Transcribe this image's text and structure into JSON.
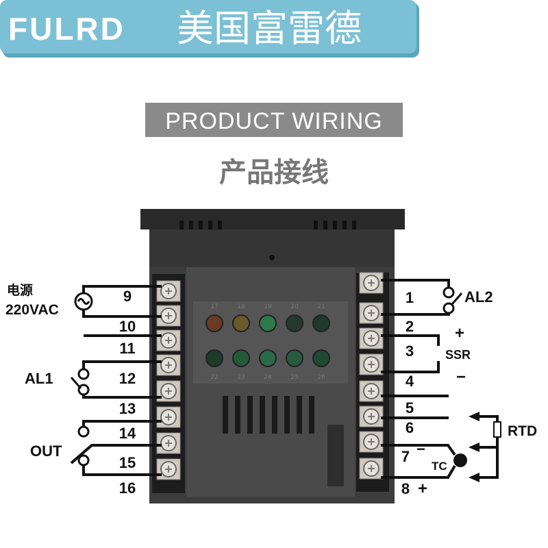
{
  "brand": {
    "logo": "FULRD",
    "name_cn": "美国富雷德",
    "color": "#7cc0d5"
  },
  "header": {
    "title_en": "PRODUCT WIRING",
    "title_cn": "产品接线"
  },
  "left_terminals": {
    "numbers": [
      "9",
      "10",
      "11",
      "12",
      "13",
      "14",
      "15",
      "16"
    ],
    "power_label_cn": "电源",
    "power_label": "220VAC",
    "al1": "AL1",
    "out": "OUT"
  },
  "right_terminals": {
    "numbers": [
      "1",
      "2",
      "3",
      "4",
      "5",
      "6",
      "7",
      "8"
    ],
    "al2": "AL2",
    "ssr": "SSR",
    "plus": "+",
    "minus": "−",
    "tc": "TC",
    "rtd": "RTD"
  },
  "indicators": {
    "top_labels": [
      "17",
      "18",
      "19",
      "20",
      "21"
    ],
    "bottom_labels": [
      "22",
      "23",
      "24",
      "25",
      "26"
    ],
    "top_colors": [
      "#6b3a24",
      "#6a5a2a",
      "#2f7a4a",
      "#243a30",
      "#1f3a2c"
    ],
    "bottom_colors": [
      "#1e3a2a",
      "#245a3c",
      "#2a6a48",
      "#2a5a40",
      "#1f4a34"
    ]
  }
}
